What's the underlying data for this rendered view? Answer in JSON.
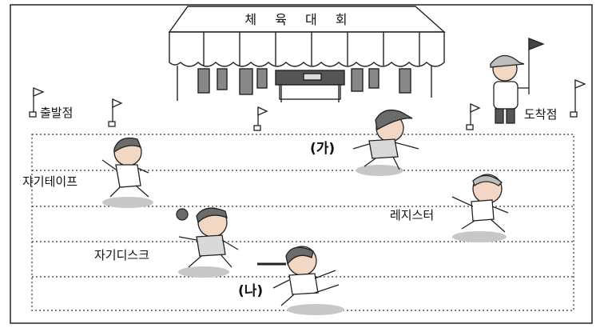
{
  "tent": {
    "banner": "체 육 대 회"
  },
  "labels": {
    "start": "출발점",
    "finish": "도착점",
    "runner_ga": "(가)",
    "runner_na": "(나)",
    "tape": "자기테이프",
    "disk": "자기디스크",
    "register": "레지스터"
  },
  "colors": {
    "line": "#222222",
    "skin": "#f2d7c4",
    "hair": "#6b6b6b",
    "shirt": "#d9d9d9",
    "shadow": "#c7c7c7",
    "cap": "#bdbdbd"
  }
}
